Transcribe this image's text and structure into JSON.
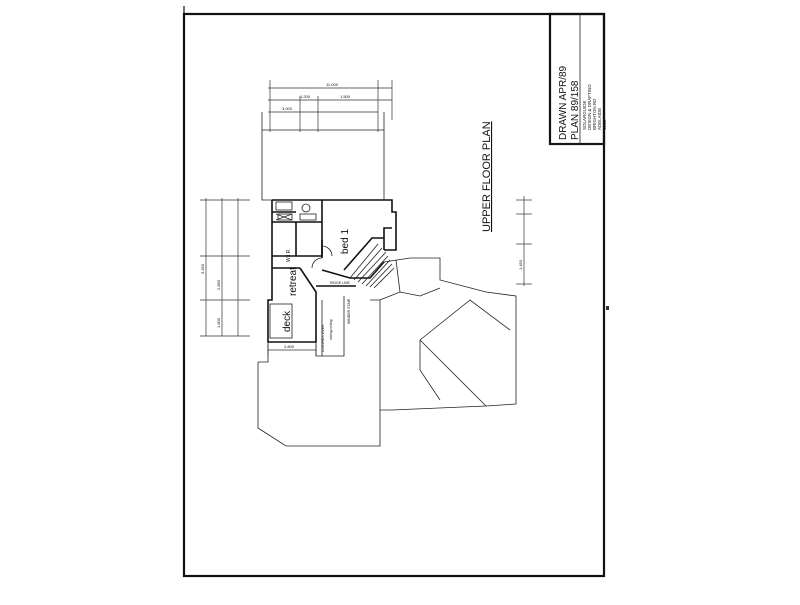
{
  "sheet": {
    "title": "UPPER FLOOR PLAN",
    "title_block": {
      "drawn": "DRAWN APR/89",
      "plan": "PLAN 89/158",
      "company_lines": [
        "SOLARGUIDE",
        "DESIGN & DRAFTING",
        "BRIGHTON RD",
        "ADELAIDE",
        "4215"
      ]
    }
  },
  "rooms": {
    "bed": "bed 1",
    "retreat": "retreat",
    "deck": "deck",
    "wir": "W.I.R."
  },
  "notes": {
    "ridge": "RIDGE LINE",
    "raking": "raking ceiling",
    "louvre": "LOUVRES OVER",
    "winder": "WINDER STAIR"
  },
  "dimensions": {
    "top_overall": "11.000",
    "top_a": "3.000",
    "top_b": "1.500",
    "top_c": "1.200",
    "left_a": "3.450",
    "left_b": "2.860",
    "left_c": "1.800",
    "right_a": "1.450",
    "bottom": "2.800"
  }
}
